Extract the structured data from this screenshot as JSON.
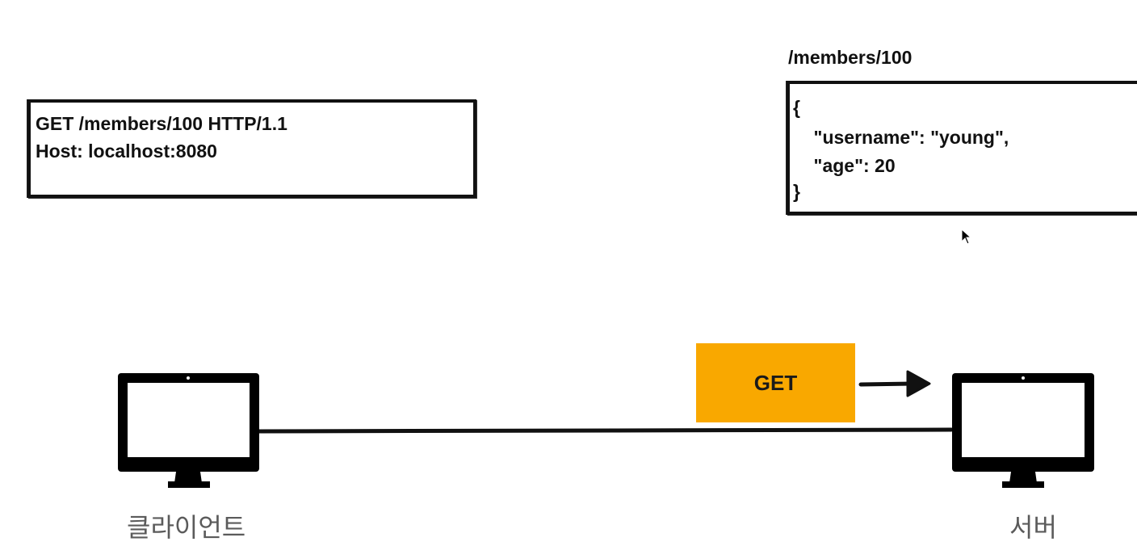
{
  "request": {
    "line1": "GET /members/100 HTTP/1.1",
    "line2": "Host: localhost:8080"
  },
  "resource": {
    "path": "/members/100",
    "json_lines": [
      "{",
      "    \"username\": \"young\",",
      "    \"age\": 20",
      "}"
    ]
  },
  "method_badge": {
    "label": "GET",
    "color": "#f9a800"
  },
  "nodes": {
    "client": "클라이언트",
    "server": "서버"
  },
  "icons": {
    "client": "monitor-icon",
    "server": "monitor-icon",
    "arrow": "arrow-right-icon",
    "cursor": "mouse-cursor-icon"
  }
}
